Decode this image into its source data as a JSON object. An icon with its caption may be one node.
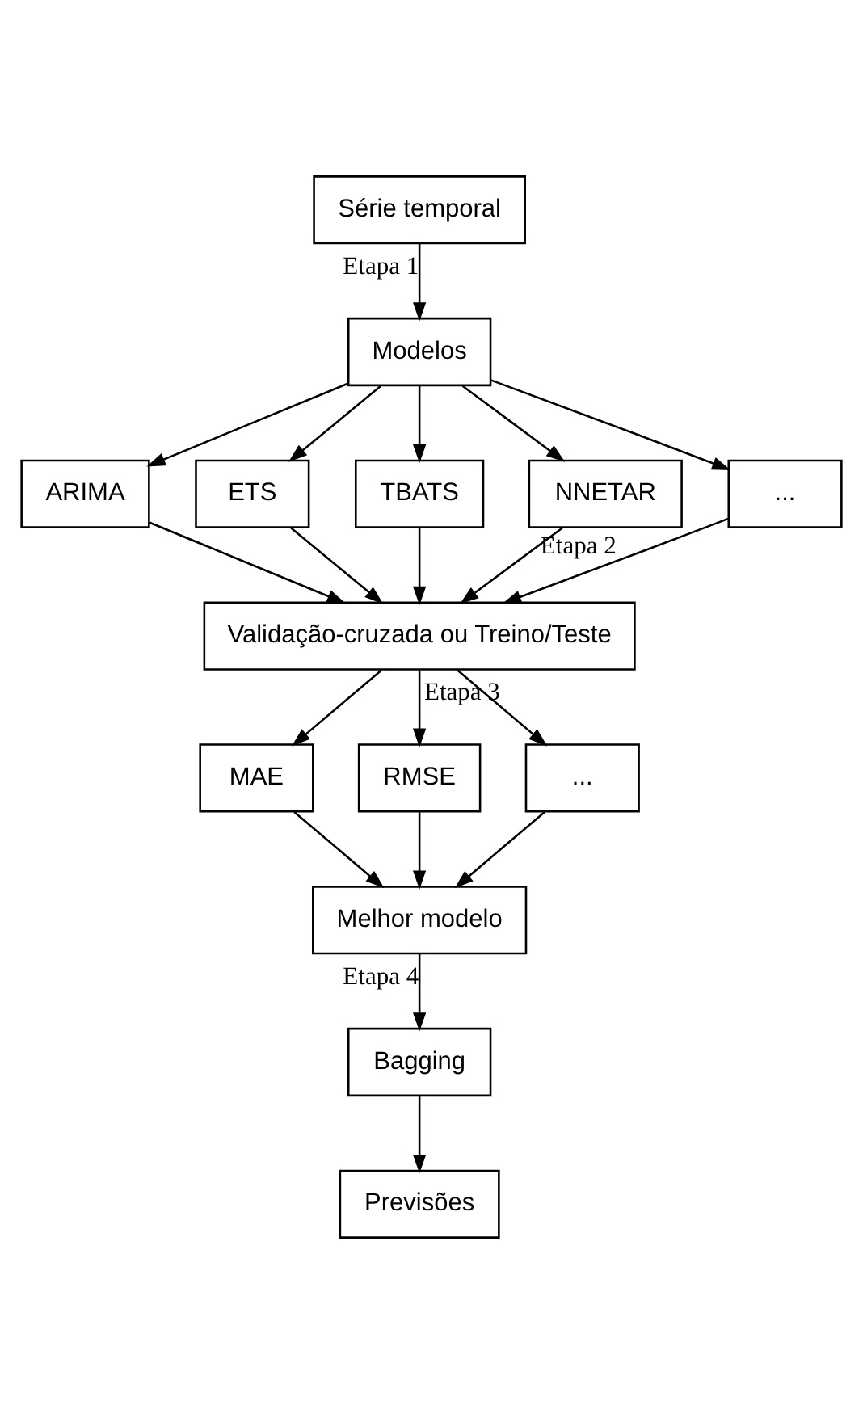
{
  "diagram": {
    "nodes": [
      {
        "text": [
          "Série temporal"
        ]
      },
      {
        "text": [
          "Modelos"
        ]
      },
      {
        "text": [
          "ARIMA"
        ]
      },
      {
        "text": [
          "ETS"
        ]
      },
      {
        "text": [
          "TBATS"
        ]
      },
      {
        "text": [
          "NNETAR"
        ]
      },
      {
        "text": [
          "..."
        ]
      },
      {
        "text": [
          "Validação-cruzada ou Treino/Teste"
        ]
      },
      {
        "text": [
          "MAE"
        ]
      },
      {
        "text": [
          "RMSE"
        ]
      },
      {
        "text": [
          "..."
        ]
      },
      {
        "text": [
          "Melhor modelo"
        ]
      },
      {
        "text": [
          "Bagging"
        ]
      },
      {
        "text": [
          "Previsões"
        ]
      }
    ],
    "edges": [
      {
        "from": 0,
        "to": 1,
        "arrow": "to",
        "label": "Etapa 1"
      },
      {
        "from": 1,
        "to": 2,
        "arrow": "to"
      },
      {
        "from": 1,
        "to": 3,
        "arrow": "to"
      },
      {
        "from": 1,
        "to": 4,
        "arrow": "to"
      },
      {
        "from": 1,
        "to": 5,
        "arrow": "to"
      },
      {
        "from": 1,
        "to": 6,
        "arrow": "to"
      },
      {
        "from": 2,
        "to": 7,
        "arrow": "to"
      },
      {
        "from": 3,
        "to": 7,
        "arrow": "to"
      },
      {
        "from": 4,
        "to": 7,
        "arrow": "to"
      },
      {
        "from": 5,
        "to": 7,
        "arrow": "to"
      },
      {
        "from": 6,
        "to": 7,
        "arrow": "to",
        "label": "Etapa 2"
      },
      {
        "from": 7,
        "to": 8,
        "arrow": "to"
      },
      {
        "from": 7,
        "to": 9,
        "arrow": "to"
      },
      {
        "from": 7,
        "to": 10,
        "arrow": "to",
        "label": "Etapa 3"
      },
      {
        "from": 8,
        "to": 11,
        "arrow": "to"
      },
      {
        "from": 9,
        "to": 11,
        "arrow": "to"
      },
      {
        "from": 10,
        "to": 11,
        "arrow": "to"
      },
      {
        "from": 11,
        "to": 12,
        "arrow": "to",
        "label": "Etapa 4"
      },
      {
        "from": 12,
        "to": 13,
        "arrow": "to"
      }
    ]
  }
}
